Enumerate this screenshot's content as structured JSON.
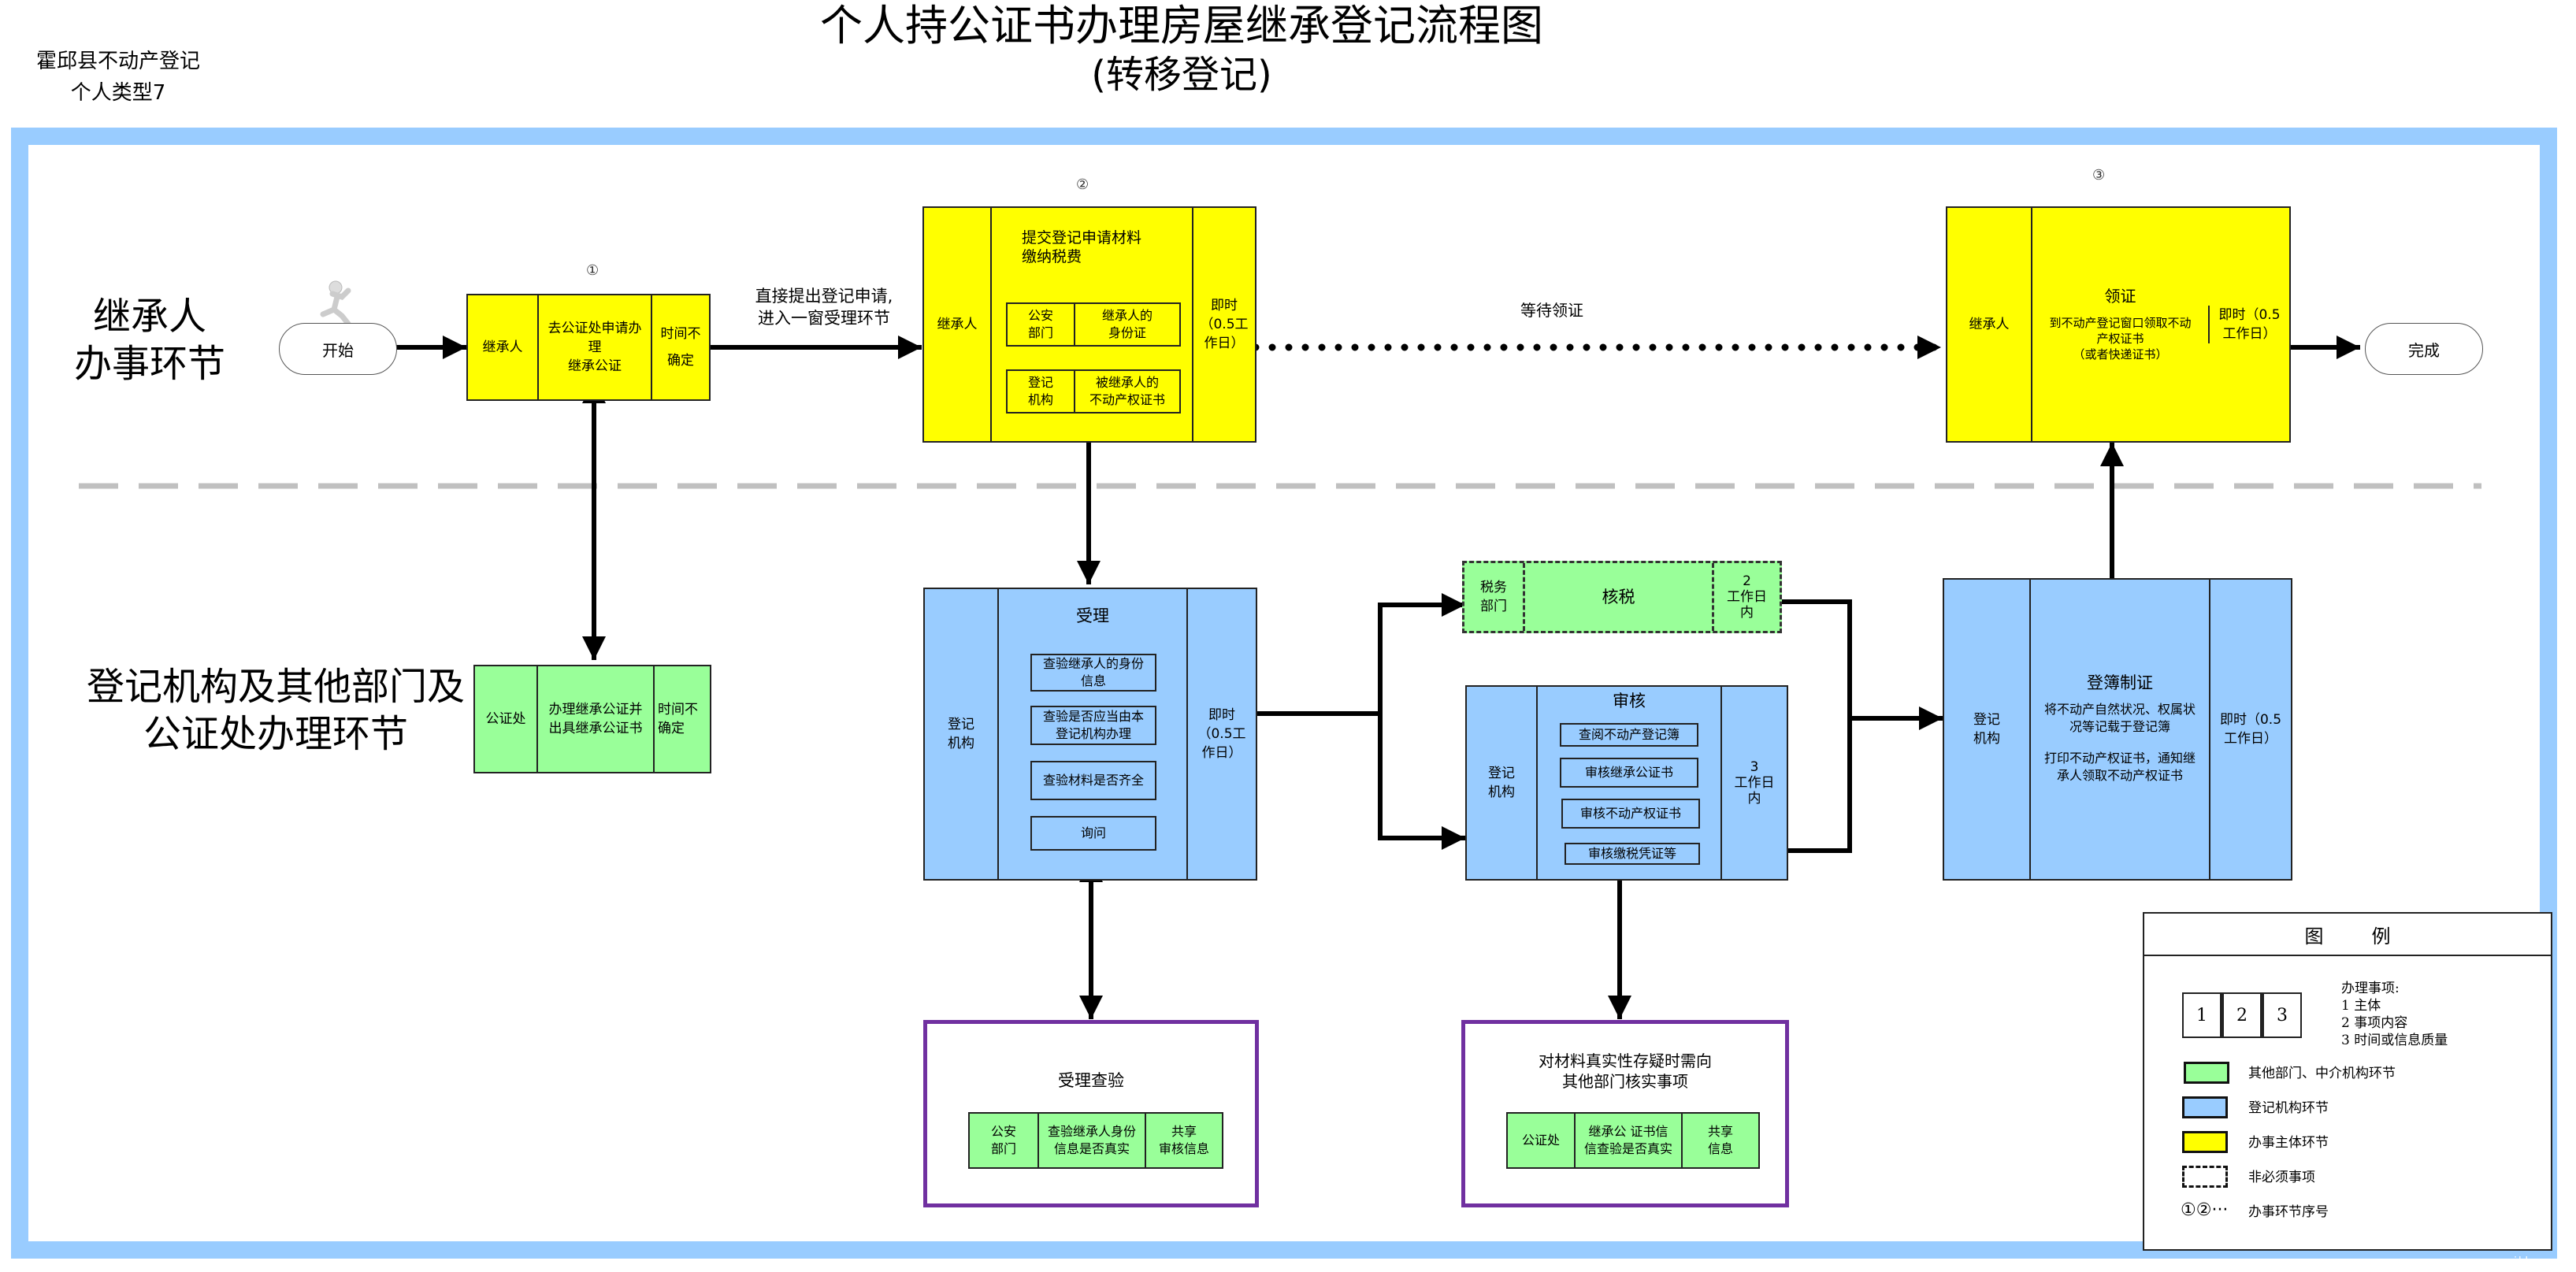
{
  "header": {
    "org_line1": "霍邱县不动产登记",
    "org_line2": "个人类型7",
    "title": "个人持公证书办理房屋继承登记流程图",
    "subtitle": "(转移登记)"
  },
  "lanes": {
    "top": [
      "继承人",
      "办事环节"
    ],
    "bottom": [
      "登记机构及其他部门及",
      "公证处办理环节"
    ]
  },
  "start": {
    "label": "开始",
    "icon": "running-person-icon"
  },
  "end": {
    "label": "完成"
  },
  "step_numbers": [
    "①",
    "②",
    "③"
  ],
  "step1": {
    "subject": "继承人",
    "content": [
      "去公证处申请办理",
      "继承公证"
    ],
    "time": [
      "时间不",
      "确定"
    ]
  },
  "arrow1_label": [
    "直接提出登记申请,",
    "进入一窗受理环节"
  ],
  "step2": {
    "subject": "继承人",
    "content": [
      "提交登记申请材料",
      "缴纳税费"
    ],
    "items": [
      {
        "dept": [
          "公安",
          "部门"
        ],
        "doc": [
          "继承人的",
          "身份证"
        ]
      },
      {
        "dept": [
          "登记",
          "机构"
        ],
        "doc": [
          "被继承人的",
          "不动产权证书"
        ]
      }
    ],
    "time": [
      "即时",
      "（0.5工",
      "作日）"
    ]
  },
  "wait_label": "等待领证",
  "step3": {
    "subject": "继承人",
    "title": "领证",
    "content": [
      "到不动产登记窗口领取不动",
      "产权证书",
      "（或者快递证书）"
    ],
    "time": [
      "即时（0.5",
      "工作日）"
    ]
  },
  "notary": {
    "subject": "公证处",
    "content": [
      "办理继承公证并",
      "出具继承公证书"
    ],
    "time": [
      "时间不",
      "确定"
    ]
  },
  "accept": {
    "subject": [
      "登记",
      "机构"
    ],
    "title": "受理",
    "items": [
      [
        "查验继承人的身份",
        "信息"
      ],
      [
        "查验是否应当由本",
        "登记机构办理"
      ],
      [
        "查验材料是否齐全"
      ],
      [
        "询问"
      ]
    ],
    "time": [
      "即时",
      "（0.5工",
      "作日）"
    ]
  },
  "tax": {
    "subject": [
      "税务",
      "部门"
    ],
    "content": "核税",
    "time": [
      "2",
      "工作日",
      "内"
    ]
  },
  "review": {
    "subject": [
      "登记",
      "机构"
    ],
    "title": "审核",
    "items": [
      "查阅不动产登记簿",
      "审核继承公证书",
      "审核不动产权证书",
      "审核缴税凭证等"
    ],
    "time": [
      "3",
      "工作日",
      "内"
    ]
  },
  "register": {
    "subject": [
      "登记",
      "机构"
    ],
    "title": "登簿制证",
    "content1": [
      "将不动产自然状况、权属状",
      "况等记载于登记簿"
    ],
    "content2": [
      "打印不动产权证书，通知继",
      "承人领取不动产权证书"
    ],
    "time": [
      "即时（0.5",
      "工作日）"
    ]
  },
  "verify1": {
    "title": "受理查验",
    "cells": [
      [
        "公安",
        "部门"
      ],
      [
        "查验继承人身份",
        "信息是否真实"
      ],
      [
        "共享",
        "审核信息"
      ]
    ]
  },
  "verify2": {
    "title": [
      "对材料真实性存疑时需向",
      "其他部门核实事项"
    ],
    "cells": [
      [
        "公证处"
      ],
      [
        "继承公  证书信",
        "信查验是否真实"
      ],
      [
        "共享",
        "信息"
      ]
    ]
  },
  "legend": {
    "title": "图        例",
    "boxes": [
      "1",
      "2",
      "3"
    ],
    "box_desc": [
      "办理事项:",
      "1  主体",
      "2  事项内容",
      "3  时间或信息质量"
    ],
    "items": [
      {
        "type": "green",
        "label": "其他部门、中介机构环节",
        "color": "#99ff99"
      },
      {
        "type": "blue",
        "label": "登记机构环节",
        "color": "#99ccff"
      },
      {
        "type": "yellow",
        "label": "办事主体环节",
        "color": "#ffff00"
      },
      {
        "type": "dashed",
        "label": "非必须事项"
      },
      {
        "type": "numbers",
        "symbol": "①②···",
        "label": "办事环节序号"
      }
    ]
  },
  "watermark": "wjbhcs.co",
  "colors": {
    "frame": "#99ccff",
    "yellow": "#ffff00",
    "blue": "#99ccff",
    "green": "#99ff99",
    "purple": "#7030a0",
    "divider": "#c0c0c0"
  }
}
